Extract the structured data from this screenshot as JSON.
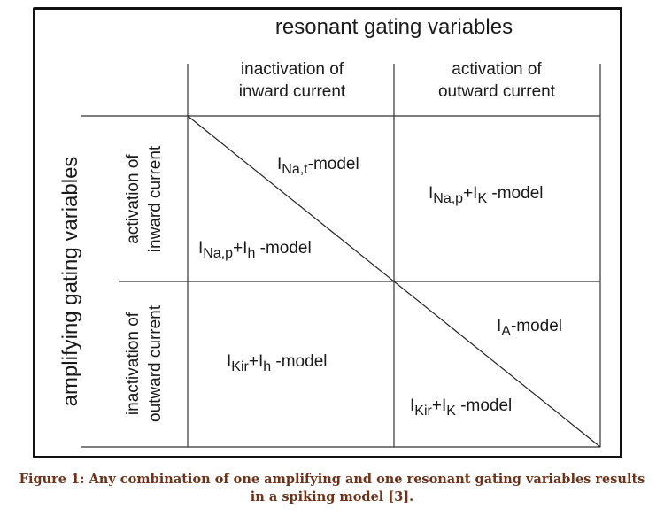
{
  "top_header": "resonant gating variables",
  "left_header": "amplifying gating variables",
  "columns": [
    {
      "line1": "inactivation of",
      "line2": "inward current"
    },
    {
      "line1": "activation of",
      "line2": "outward current"
    }
  ],
  "rows": [
    {
      "line1": "activation of",
      "line2": "inward current"
    },
    {
      "line1": "inactivation of",
      "line2": "outward current"
    }
  ],
  "models": {
    "na_t": {
      "base": "I",
      "sub": "Na,t",
      "suffix": "-model"
    },
    "na_p_h": {
      "base": "I",
      "sub": "Na,p",
      "plus": "+I",
      "sub2": "h",
      "suffix": " -model"
    },
    "na_p_k": {
      "base": "I",
      "sub": "Na,p",
      "plus": "+I",
      "sub2": "K",
      "suffix": " -model"
    },
    "kir_h": {
      "base": "I",
      "sub": "Kir",
      "plus": "+I",
      "sub2": "h",
      "suffix": " -model"
    },
    "a": {
      "base": "I",
      "sub": "A",
      "suffix": "-model"
    },
    "kir_k": {
      "base": "I",
      "sub": "Kir",
      "plus": "+I",
      "sub2": "K",
      "suffix": " -model"
    }
  },
  "caption": {
    "line1": "Figure 1: Any combination of one amplifying and one resonant gating variables results",
    "line2": "in a spiking model [3]."
  }
}
